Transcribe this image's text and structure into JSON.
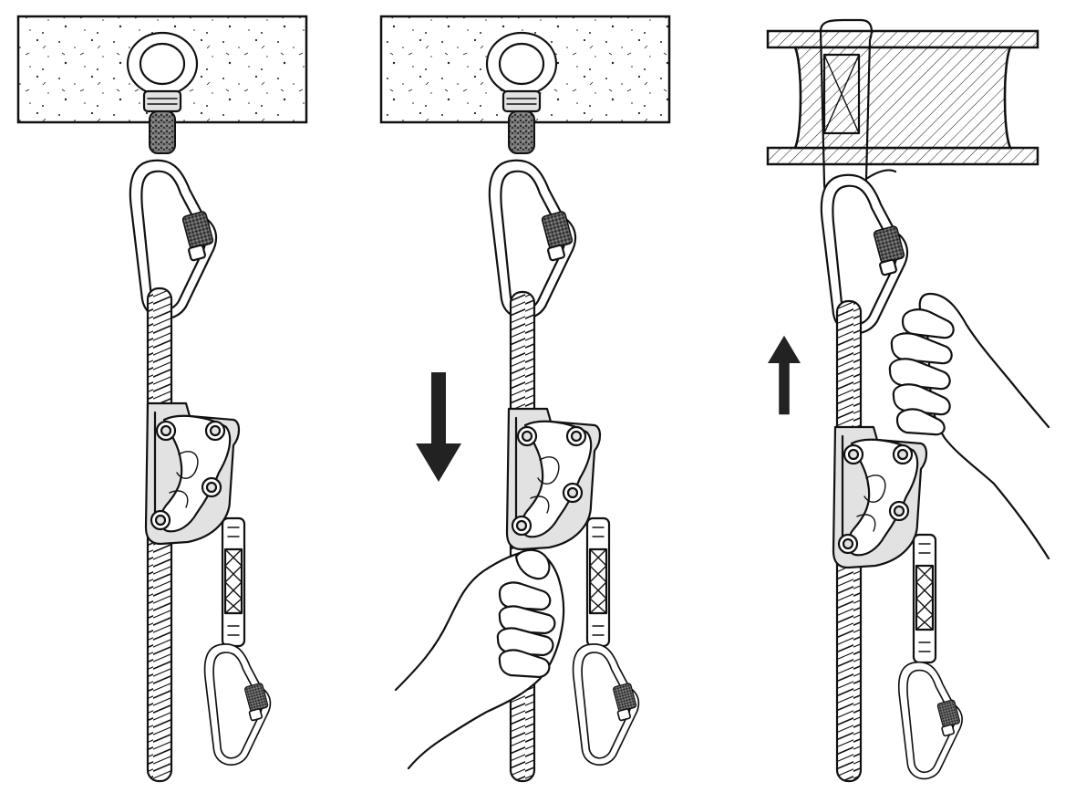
{
  "figure": {
    "panels": [
      {
        "id": "panel-1",
        "anchor": "concrete-eyebolt",
        "direction_arrow": "none",
        "hand": "none"
      },
      {
        "id": "panel-2",
        "anchor": "concrete-eyebolt",
        "direction_arrow": "down",
        "hand": "pulling-rope-below-device"
      },
      {
        "id": "panel-3",
        "anchor": "steel-i-beam-with-webbing-sling",
        "direction_arrow": "up",
        "hand": "lifting-rope-above-device"
      }
    ],
    "colors": {
      "ink": "#111111",
      "background": "#ffffff",
      "concrete": "#ffffff",
      "sling": "#e6e6e6",
      "arrow": "#111111"
    },
    "icons": [
      "eyebolt-icon",
      "carabiner-icon",
      "rope-grab-icon",
      "lanyard-icon",
      "arrow-down-icon",
      "arrow-up-icon",
      "hand-icon"
    ]
  }
}
